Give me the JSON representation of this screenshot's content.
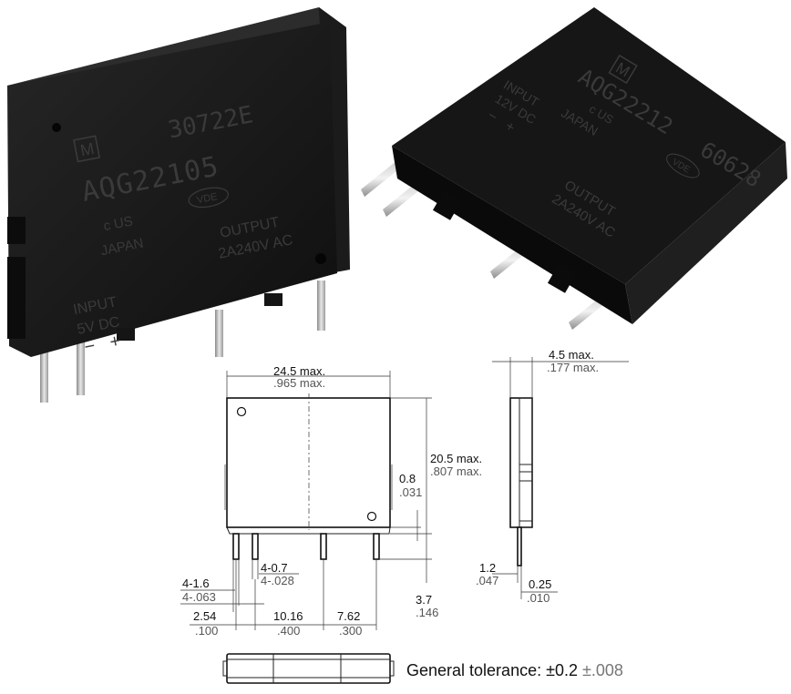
{
  "relay_left": {
    "logo": "M",
    "lot_code": "30722E",
    "model": "AQG22105",
    "cert_ur": "c  US",
    "cert_vde": "VDE",
    "origin": "JAPAN",
    "input_label": "INPUT",
    "input_rating": "5V DC",
    "polarity": "−   +",
    "output_label": "OUTPUT",
    "output_rating": "2A240V AC"
  },
  "relay_right": {
    "logo": "M",
    "model": "AQG22212",
    "lot_code": "60628",
    "cert_ur": "c  US",
    "cert_vde": "VDE",
    "origin": "JAPAN",
    "input_label": "INPUT",
    "input_rating": "12V DC",
    "polarity": "−   +",
    "output_label": "OUTPUT",
    "output_rating": "2A240V AC"
  },
  "dimensions": {
    "width_mm": "24.5 max.",
    "width_in": ".965 max.",
    "height_mm": "20.5 max.",
    "height_in": ".807 max.",
    "standoff_mm": "0.8",
    "standoff_in": ".031",
    "thickness_mm": "4.5 max.",
    "thickness_in": ".177 max.",
    "pin_wide_mm": "4-1.6",
    "pin_wide_in": "4-.063",
    "pin_thin_mm": "4-0.7",
    "pin_thin_in": "4-.028",
    "pitch1_mm": "2.54",
    "pitch1_in": ".100",
    "pitch2_mm": "10.16",
    "pitch2_in": ".400",
    "pitch3_mm": "7.62",
    "pitch3_in": ".300",
    "pin_len_mm": "3.7",
    "pin_len_in": ".146",
    "side_pin_mm": "1.2",
    "side_pin_in": ".047",
    "side_pin_t_mm": "0.25",
    "side_pin_t_in": ".010"
  },
  "tolerance": {
    "label": "General tolerance: ",
    "metric": "±0.2",
    "imperial": "±.008"
  }
}
